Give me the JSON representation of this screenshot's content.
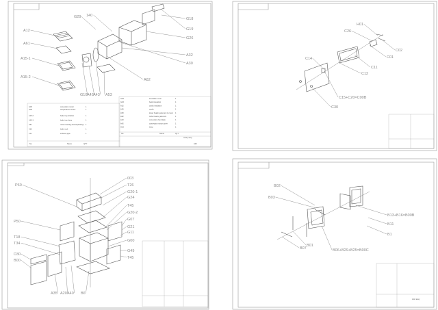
{
  "sheets": [
    {
      "id": "cavity-assy",
      "callouts": [
        "A12",
        "A61",
        "A15-1",
        "A15-2",
        "G29",
        "140",
        "G18",
        "G19",
        "G26",
        "A32",
        "A30",
        "A62",
        "G10",
        "A42",
        "A43",
        "A53"
      ],
      "bom_left": [
        [
          "G18",
          "convection motor",
          "1"
        ],
        [
          "G29",
          "temperature sensor",
          "1"
        ],
        [
          "A15-2",
          "bake tray shallow",
          "1"
        ],
        [
          "A15-1",
          "bake tray deep",
          "1"
        ],
        [
          "A61",
          "metal roasting skewer(Rotisp)",
          "1"
        ],
        [
          "A12",
          "bake rack",
          "1"
        ],
        [
          "141",
          "exhaust pipe",
          "1"
        ]
      ],
      "bom_right": [
        [
          "G26",
          "insulation cover",
          "1"
        ],
        [
          "G32",
          "back insulation",
          "1"
        ],
        [
          "A32",
          "cavity insulation",
          "1"
        ],
        [
          "A30",
          "cavity",
          "1"
        ],
        [
          "A53",
          "lower heating element & cover",
          "1"
        ],
        [
          "A62",
          "turbo heating element",
          "1"
        ],
        [
          "A43",
          "convection fan blade",
          "1"
        ],
        [
          "A42",
          "convection motor cover",
          "1"
        ],
        [
          "G10",
          "lamp",
          "1"
        ]
      ],
      "headers": {
        "no": "No.",
        "name": "Name",
        "qty": "QTY"
      },
      "title": "cavity assy",
      "code": "A00"
    },
    {
      "id": "control-panel-assy",
      "callouts": [
        "H01",
        "C26",
        "C02",
        "C01",
        "C11",
        "C12",
        "C14",
        "C15+C20=C00B",
        "C30"
      ]
    },
    {
      "id": "oven-assy",
      "callouts": [
        "003",
        "T26",
        "G20-1",
        "G24",
        "T45",
        "G20-2",
        "G07",
        "G21",
        "G11",
        "G00",
        "G49",
        "T45",
        "P60",
        "P50",
        "T18",
        "T34",
        "D30",
        "B00",
        "A35",
        "A20",
        "A40",
        "B6"
      ]
    },
    {
      "id": "door-assy",
      "callouts": [
        "B02",
        "B03",
        "B13+B16=B00B",
        "B11",
        "B1",
        "B01",
        "B07",
        "B06+B29+B25=B00C"
      ],
      "title": "door assy"
    }
  ]
}
